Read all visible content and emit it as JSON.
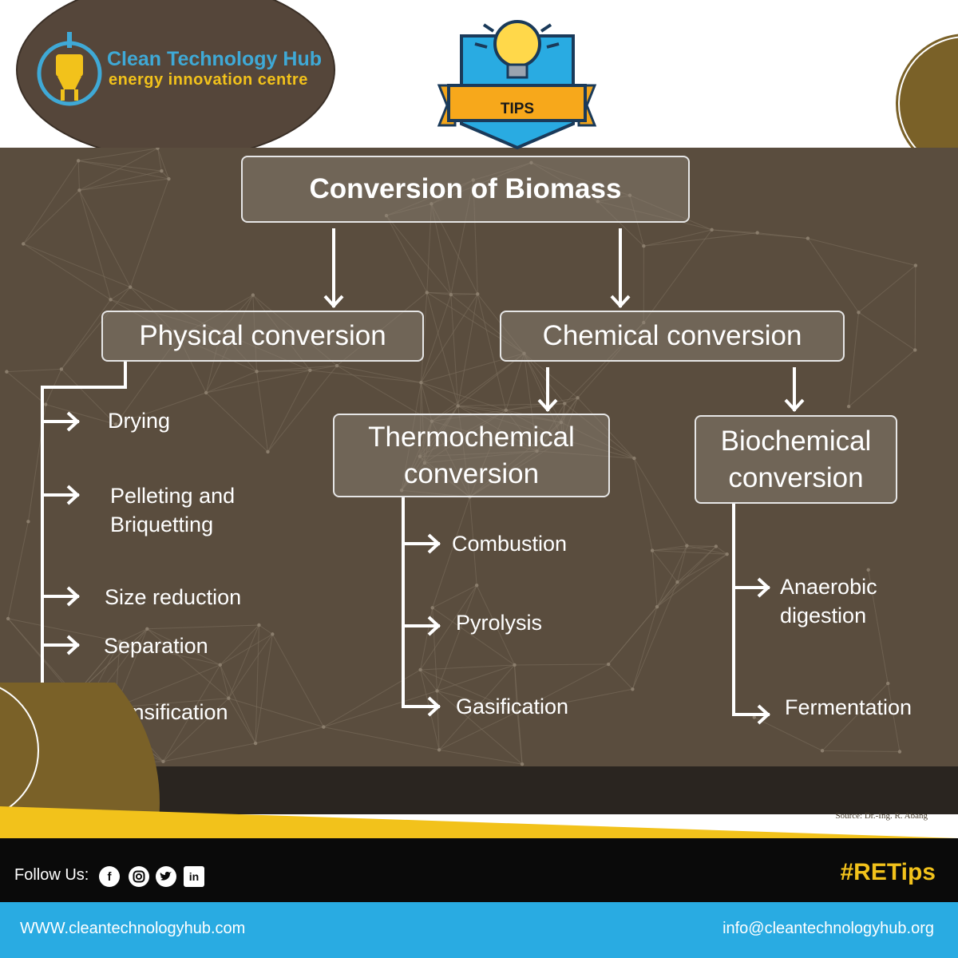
{
  "brand": {
    "name": "Clean Technology Hub",
    "tagline": "energy innovation centre"
  },
  "badge": {
    "label": "TIPS"
  },
  "diagram": {
    "root": "Conversion of Biomass",
    "physical": {
      "title": "Physical conversion",
      "items": [
        "Drying",
        "Pelleting and\nBriquetting",
        "Size reduction",
        "Separation",
        "Densification"
      ]
    },
    "chemical": {
      "title": "Chemical conversion",
      "thermochemical": {
        "title": "Thermochemical\nconversion",
        "items": [
          "Combustion",
          "Pyrolysis",
          "Gasification"
        ]
      },
      "biochemical": {
        "title": "Biochemical\nconversion",
        "items": [
          "Anaerobic\ndigestion",
          "Fermentation"
        ]
      }
    }
  },
  "source": "Source: Dr.-Ing. R. Abang",
  "social": {
    "label": "Follow Us:",
    "icons": [
      "facebook-icon",
      "instagram-icon",
      "twitter-icon",
      "linkedin-icon"
    ]
  },
  "hashtag": "#RETips",
  "footer": {
    "website": "WWW.cleantechnologyhub.com",
    "email": "info@cleantechnologyhub.org"
  },
  "colors": {
    "panel": "#5a4d3e",
    "accent_yellow": "#f2c21b",
    "accent_blue": "#29abe2",
    "logo_blue": "#3fa9d6"
  }
}
